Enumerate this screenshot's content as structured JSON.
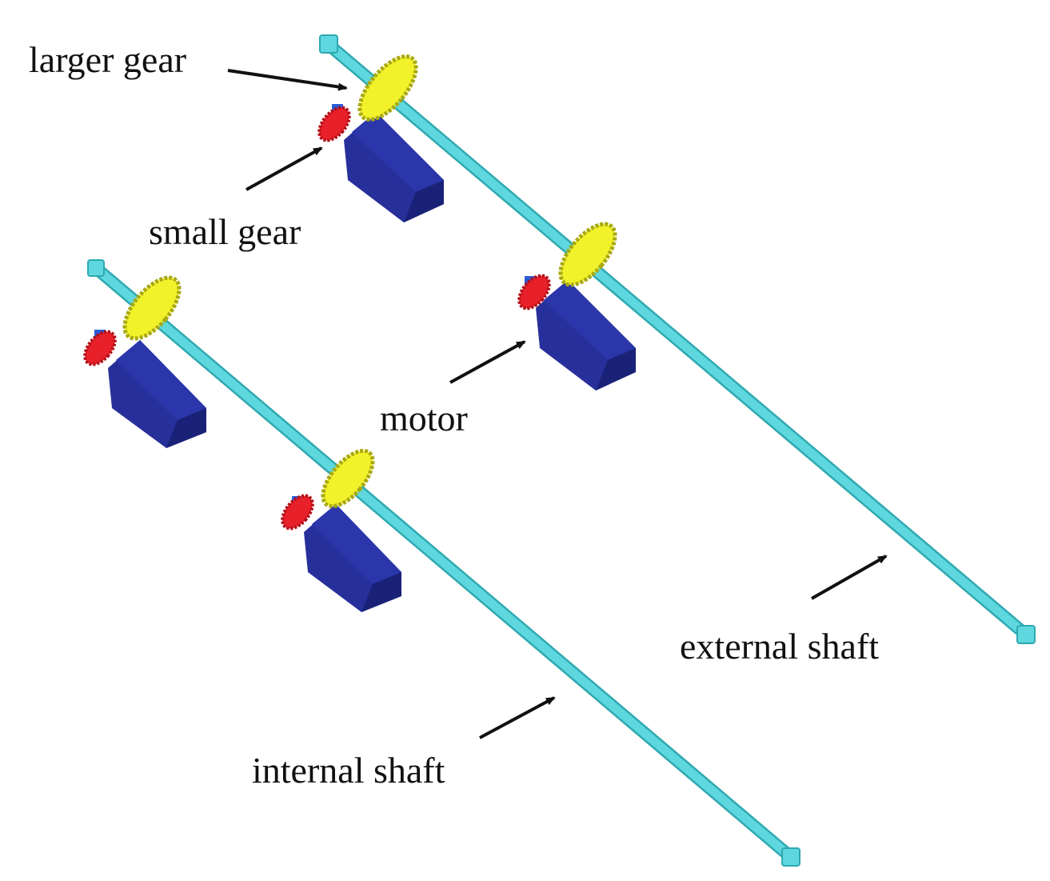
{
  "labels": {
    "larger_gear": "larger gear",
    "small_gear": "small gear",
    "motor": "motor",
    "external_shaft": "external shaft",
    "internal_shaft": "internal shaft"
  },
  "colors": {
    "shaft": "#5ed8de",
    "shaft_edge": "#2fa9b0",
    "large_gear": "#f2f22a",
    "large_gear_edge": "#a9a912",
    "small_gear": "#e8202a",
    "motor": "#27309a",
    "motor_dark": "#1a2278",
    "motor_hub": "#2a5cd6",
    "arrow": "#111111"
  }
}
